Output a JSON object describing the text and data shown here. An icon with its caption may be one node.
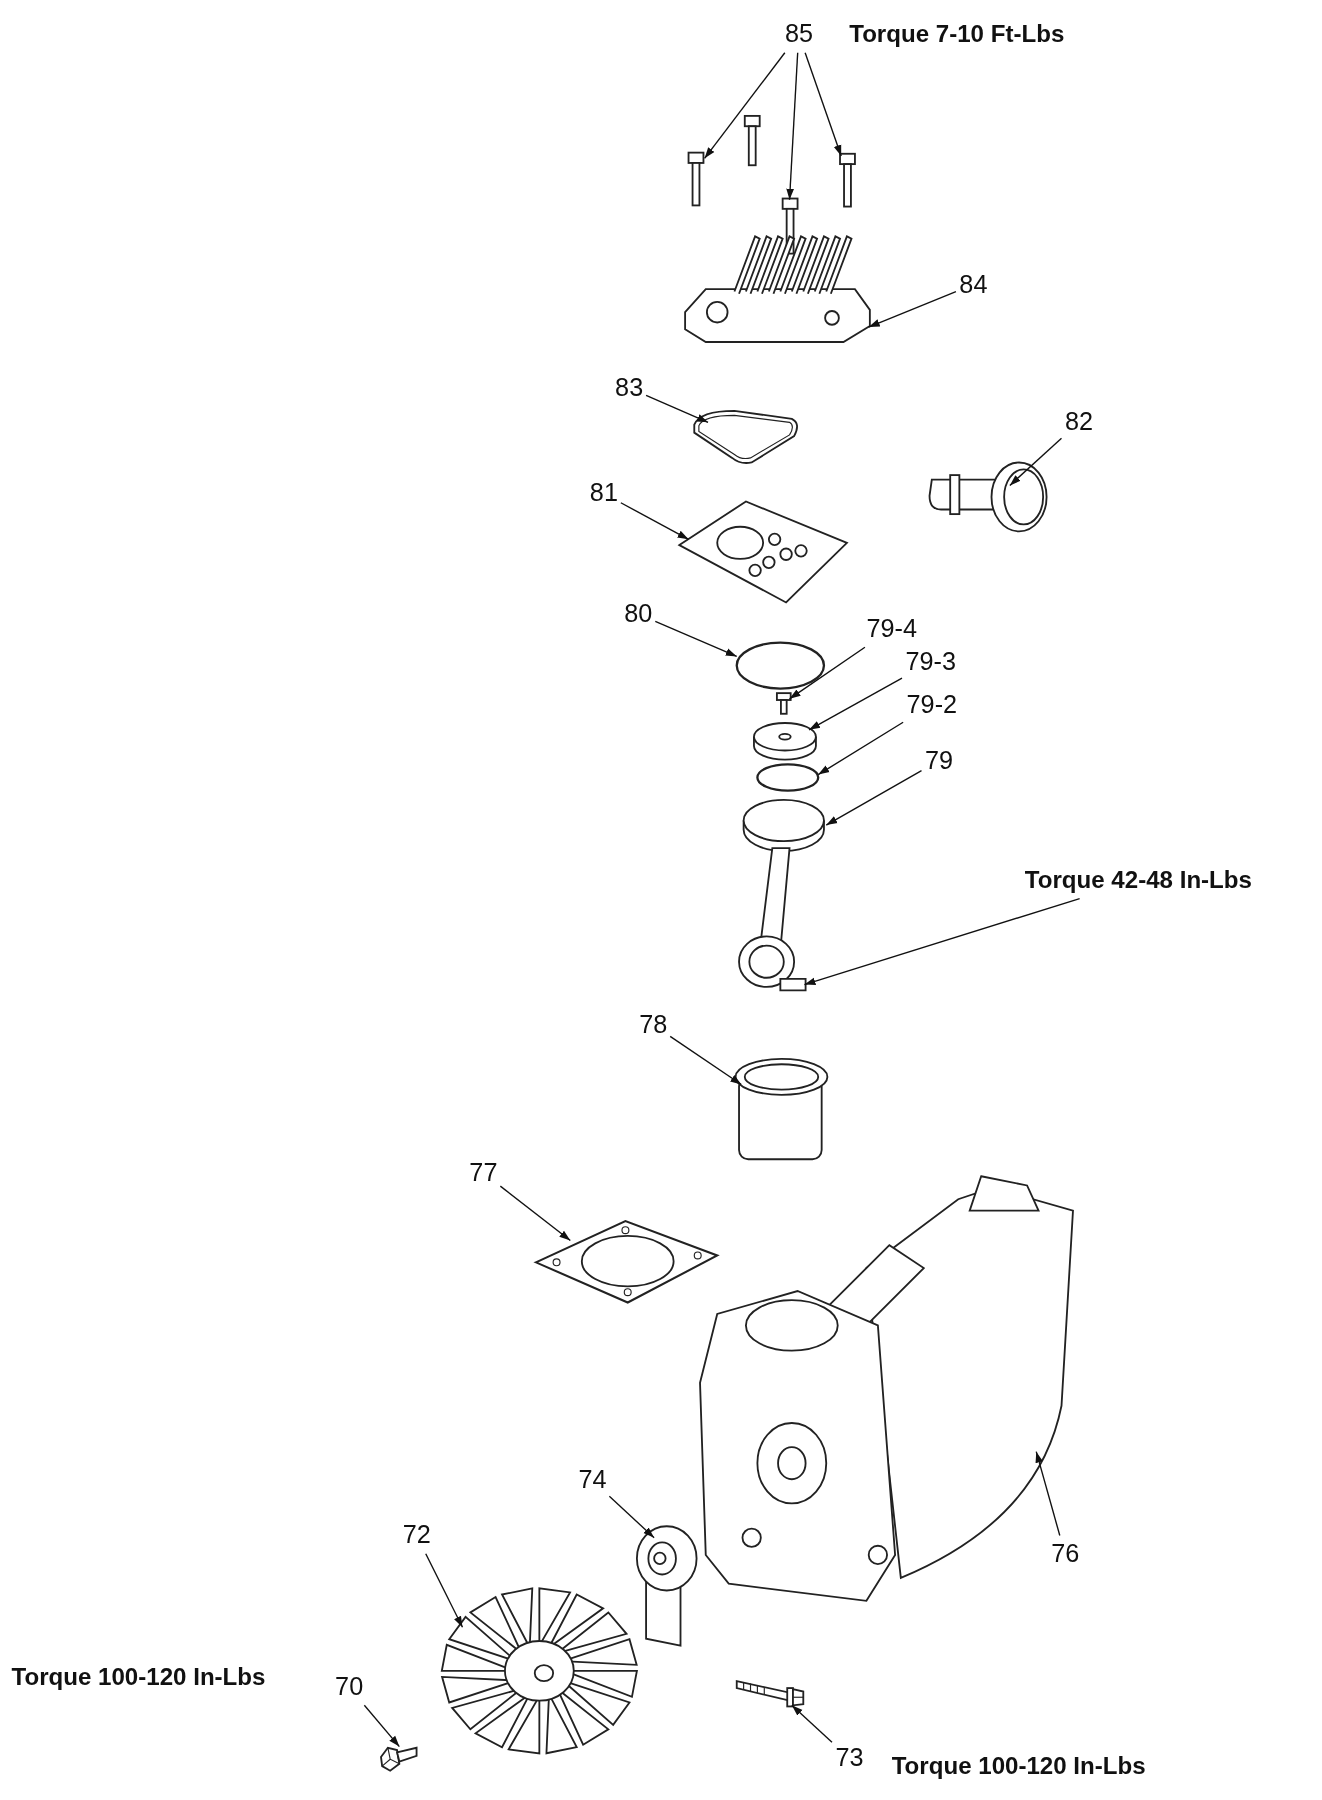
{
  "diagram": {
    "nodes": [
      {
        "text": [
          "85"
        ]
      },
      {
        "text": [],
        "shape": "picture"
      },
      {
        "text": [],
        "shape": "picture"
      },
      {
        "text": [],
        "shape": "picture"
      },
      {
        "text": [
          "84"
        ]
      },
      {
        "text": [],
        "shape": "picture"
      },
      {
        "text": [
          "83"
        ]
      },
      {
        "text": [],
        "shape": "picture"
      },
      {
        "text": [
          "82"
        ]
      },
      {
        "text": [],
        "shape": "picture"
      },
      {
        "text": [
          "81"
        ]
      },
      {
        "text": [],
        "shape": "picture"
      },
      {
        "text": [
          "80"
        ]
      },
      {
        "text": [],
        "shape": "circle"
      },
      {
        "text": [
          "79-4"
        ]
      },
      {
        "text": [],
        "shape": "picture"
      },
      {
        "text": [
          "79-3"
        ]
      },
      {
        "text": [],
        "shape": "picture"
      },
      {
        "text": [
          "79-2"
        ]
      },
      {
        "text": [],
        "shape": "circle"
      },
      {
        "text": [
          "79"
        ]
      },
      {
        "text": [],
        "shape": "picture"
      },
      {
        "text": [
          "Torque 42-48 In-Lbs"
        ]
      },
      {
        "text": [
          "78"
        ]
      },
      {
        "text": [],
        "shape": "cylinder"
      },
      {
        "text": [
          "77"
        ]
      },
      {
        "text": [],
        "shape": "picture"
      },
      {
        "text": [
          "76"
        ]
      },
      {
        "text": [],
        "shape": "picture"
      },
      {
        "text": [
          "74"
        ]
      },
      {
        "text": [],
        "shape": "picture"
      },
      {
        "text": [
          "72"
        ]
      },
      {
        "text": [],
        "shape": "picture"
      },
      {
        "text": [
          "70"
        ]
      },
      {
        "text": [],
        "shape": "picture"
      },
      {
        "text": [
          "73"
        ]
      },
      {
        "text": [],
        "shape": "picture"
      }
    ],
    "edges": [
      {
        "from": 0,
        "to": 1,
        "arrow": "to"
      },
      {
        "from": 0,
        "to": 2,
        "arrow": "to"
      },
      {
        "from": 0,
        "to": 3,
        "arrow": "to"
      },
      {
        "from": 4,
        "to": 5,
        "arrow": "to"
      },
      {
        "from": 6,
        "to": 7,
        "arrow": "to"
      },
      {
        "from": 8,
        "to": 9,
        "arrow": "to"
      },
      {
        "from": 10,
        "to": 11,
        "arrow": "to"
      },
      {
        "from": 12,
        "to": 13,
        "arrow": "to"
      },
      {
        "from": 14,
        "to": 15,
        "arrow": "to"
      },
      {
        "from": 16,
        "to": 17,
        "arrow": "to"
      },
      {
        "from": 18,
        "to": 19,
        "arrow": "to"
      },
      {
        "from": 20,
        "to": 21,
        "arrow": "to"
      },
      {
        "from": 22,
        "to": 21,
        "arrow": "to"
      },
      {
        "from": 23,
        "to": 24,
        "arrow": "to"
      },
      {
        "from": 25,
        "to": 26,
        "arrow": "to"
      },
      {
        "from": 27,
        "to": 28,
        "arrow": "to"
      },
      {
        "from": 29,
        "to": 30,
        "arrow": "to"
      },
      {
        "from": 31,
        "to": 32,
        "arrow": "to"
      },
      {
        "from": 33,
        "to": 34,
        "arrow": "to"
      },
      {
        "from": 35,
        "to": 36,
        "arrow": "to"
      }
    ],
    "labels": [
      "Torque 7-10 Ft-Lbs",
      "Torque 100-120 In-Lbs",
      "Torque 100-120 In-Lbs"
    ]
  }
}
